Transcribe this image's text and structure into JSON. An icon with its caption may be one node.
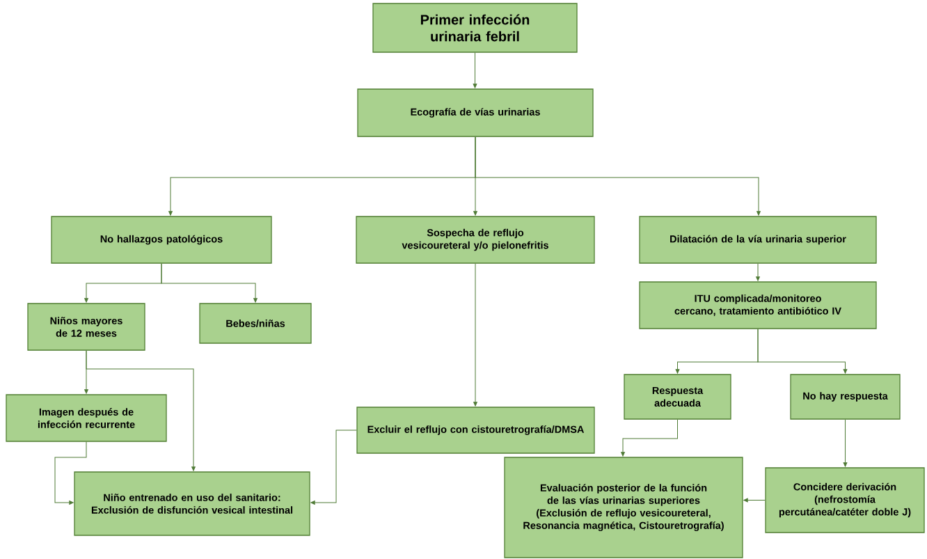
{
  "diagram": {
    "nodes": [
      {
        "text": [
          "Primer infección urinaria febril"
        ]
      },
      {
        "text": [
          "Ecografía de vías urinarias"
        ]
      },
      {
        "text": [
          "No hallazgos patológicos"
        ]
      },
      {
        "text": [
          "Sospecha de reflujo vesicoureteral y/o pielonefritis"
        ]
      },
      {
        "text": [
          "Dilatación de la vía urinaria superior"
        ]
      },
      {
        "text": [
          "Niños mayores de 12 meses"
        ]
      },
      {
        "text": [
          "Bebes/niñas"
        ]
      },
      {
        "text": [
          "ITU complicada/monitoreo cercano, tratamiento antibiótico IV"
        ]
      },
      {
        "text": [
          "Respuesta adecuada"
        ]
      },
      {
        "text": [
          "No hay respuesta"
        ]
      },
      {
        "text": [
          "Imagen después de infección recurrente"
        ]
      },
      {
        "text": [
          "Excluir el reflujo con cistouretrografía/DMSA"
        ]
      },
      {
        "text": [
          "Niño entrenado en uso del sanitario: Exclusión de disfunción vesical intestinal"
        ]
      },
      {
        "text": [
          "Evaluación posterior de la función de las vías urinarias superiores (Exclusión de reflujo vesicoureteral, Resonancia magnética, Cistouretrografía)"
        ]
      },
      {
        "text": [
          "Concidere derivación (nefrostomía percutánea/catéter doble J)"
        ]
      }
    ],
    "edges": [
      {
        "from": 0,
        "to": 1,
        "arrow": "to"
      },
      {
        "from": 1,
        "to": 2,
        "arrow": "to"
      },
      {
        "from": 1,
        "to": 3,
        "arrow": "to"
      },
      {
        "from": 1,
        "to": 4,
        "arrow": "to"
      },
      {
        "from": 2,
        "to": 5,
        "arrow": "to"
      },
      {
        "from": 2,
        "to": 6,
        "arrow": "to"
      },
      {
        "from": 3,
        "to": 11,
        "arrow": "to"
      },
      {
        "from": 4,
        "to": 7,
        "arrow": "to"
      },
      {
        "from": 5,
        "to": 10,
        "arrow": "to"
      },
      {
        "from": 5,
        "to": 12,
        "arrow": "to"
      },
      {
        "from": 10,
        "to": 12,
        "arrow": "to"
      },
      {
        "from": 11,
        "to": 12,
        "arrow": "to"
      },
      {
        "from": 7,
        "to": 8,
        "arrow": "to"
      },
      {
        "from": 7,
        "to": 9,
        "arrow": "to"
      },
      {
        "from": 8,
        "to": 13,
        "arrow": "to"
      },
      {
        "from": 9,
        "to": 14,
        "arrow": "to"
      },
      {
        "from": 14,
        "to": 13,
        "arrow": "to"
      }
    ]
  }
}
